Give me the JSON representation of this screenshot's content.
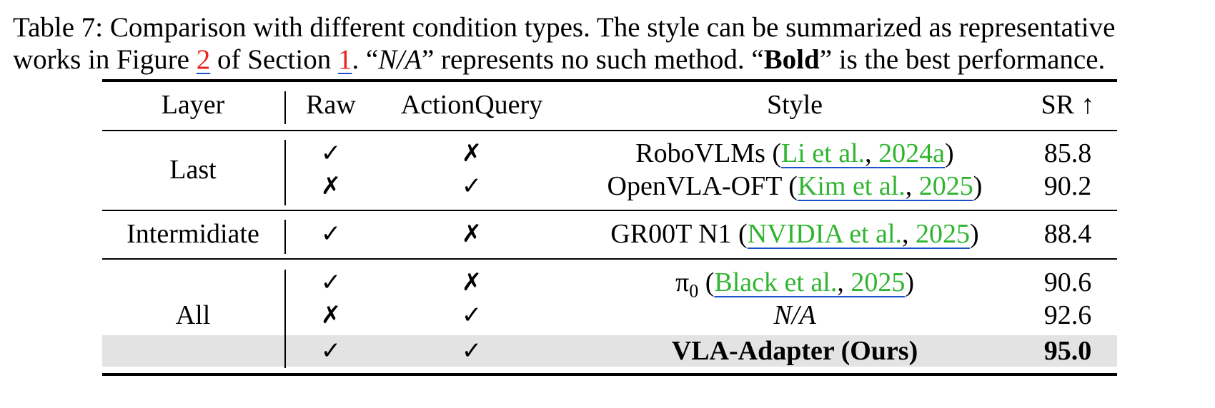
{
  "caption": {
    "prefix": "Table 7: Comparison with different condition types. The style can be summarized as representative",
    "line2_a": "works in Figure ",
    "figure_ref": "2",
    "line2_b": " of Section ",
    "section_ref": "1",
    "line2_c": ". “",
    "na_italic": "N/A",
    "line2_d": "” represents no such method. “",
    "bold_word": "Bold",
    "line2_e": "” is the best performance."
  },
  "table": {
    "headers": {
      "layer": "Layer",
      "raw": "Raw",
      "action_query": "ActionQuery",
      "style": "Style",
      "sr": "SR ↑"
    },
    "groups": {
      "last": "Last",
      "intermediate": "Intermidiate",
      "all": "All"
    },
    "marks": {
      "check": "✓",
      "cross": "✗"
    },
    "rows": [
      {
        "raw": "✓",
        "aq": "✗",
        "style_name": "RoboVLMs (",
        "cite_a": "Li et al.",
        "sep": ", ",
        "cite_b": "2024a",
        "style_end": ")",
        "sr": "85.8"
      },
      {
        "raw": "✗",
        "aq": "✓",
        "style_name": "OpenVLA-OFT (",
        "cite_a": "Kim et al.",
        "sep": ", ",
        "cite_b": "2025",
        "style_end": ")",
        "sr": "90.2"
      },
      {
        "raw": "✓",
        "aq": "✗",
        "style_name": "GR00T N1 (",
        "cite_a": "NVIDIA et al.",
        "sep": ", ",
        "cite_b": "2025",
        "style_end": ")",
        "sr": "88.4"
      },
      {
        "raw": "✓",
        "aq": "✗",
        "style_pi": "π",
        "style_sub": "0",
        "style_name": " (",
        "cite_a": "Black et al.",
        "sep": ", ",
        "cite_b": "2025",
        "style_end": ")",
        "sr": "90.6"
      },
      {
        "raw": "✗",
        "aq": "✓",
        "style_na": "N/A",
        "sr": "92.6"
      },
      {
        "raw": "✓",
        "aq": "✓",
        "style_bold": "VLA-Adapter (Ours)",
        "sr": "95.0"
      }
    ]
  }
}
